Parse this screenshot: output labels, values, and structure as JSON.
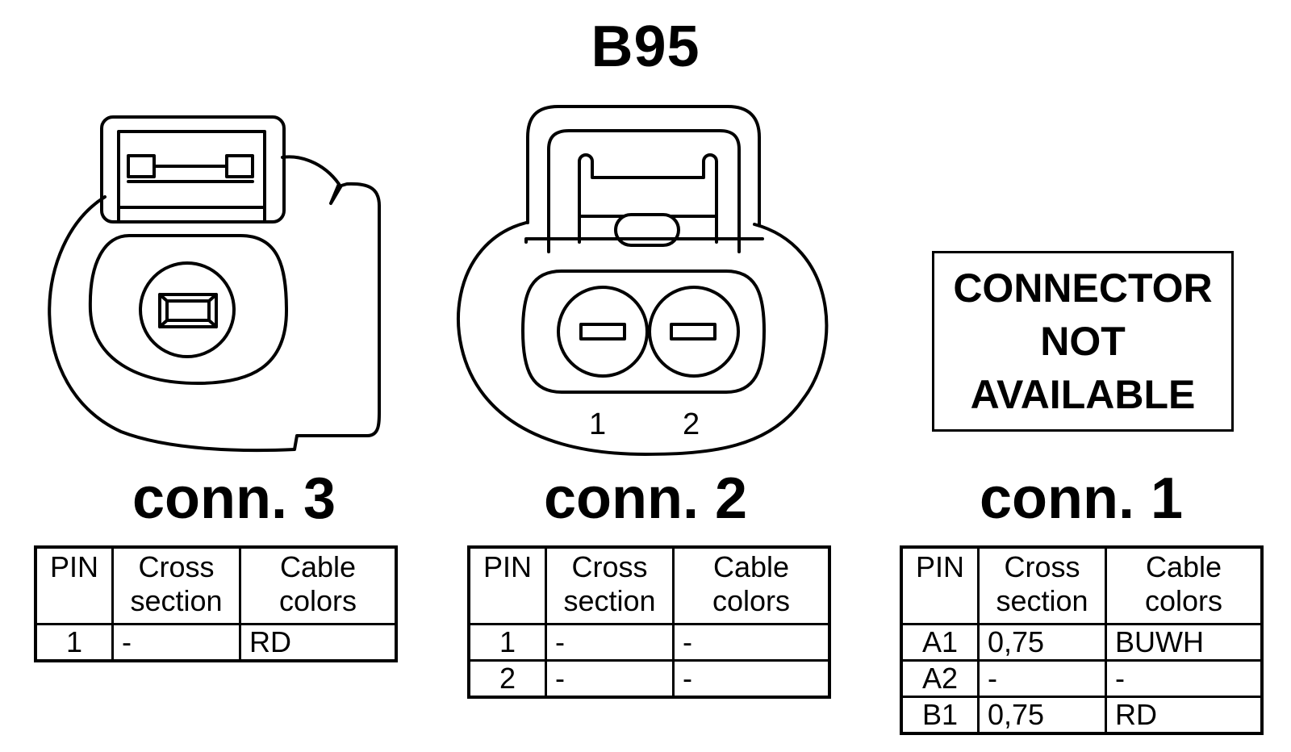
{
  "title": "B95",
  "not_available_box": {
    "lines": [
      "CONNECTOR",
      "NOT",
      "AVAILABLE"
    ]
  },
  "connectors": [
    {
      "label": "conn. 3",
      "headers": {
        "pin": "PIN",
        "cross_section": [
          "Cross",
          "section"
        ],
        "cable_colors": [
          "Cable",
          "colors"
        ]
      },
      "rows": [
        {
          "pin": "1",
          "cross_section": "-",
          "cable_colors": "RD"
        }
      ]
    },
    {
      "label": "conn. 2",
      "pin_labels": [
        "1",
        "2"
      ],
      "headers": {
        "pin": "PIN",
        "cross_section": [
          "Cross",
          "section"
        ],
        "cable_colors": [
          "Cable",
          "colors"
        ]
      },
      "rows": [
        {
          "pin": "1",
          "cross_section": "-",
          "cable_colors": "-"
        },
        {
          "pin": "2",
          "cross_section": "-",
          "cable_colors": "-"
        }
      ]
    },
    {
      "label": "conn. 1",
      "headers": {
        "pin": "PIN",
        "cross_section": [
          "Cross",
          "section"
        ],
        "cable_colors": [
          "Cable",
          "colors"
        ]
      },
      "rows": [
        {
          "pin": "A1",
          "cross_section": "0,75",
          "cable_colors": "BUWH"
        },
        {
          "pin": "A2",
          "cross_section": "-",
          "cable_colors": "-"
        },
        {
          "pin": "B1",
          "cross_section": "0,75",
          "cable_colors": "RD"
        }
      ]
    }
  ]
}
